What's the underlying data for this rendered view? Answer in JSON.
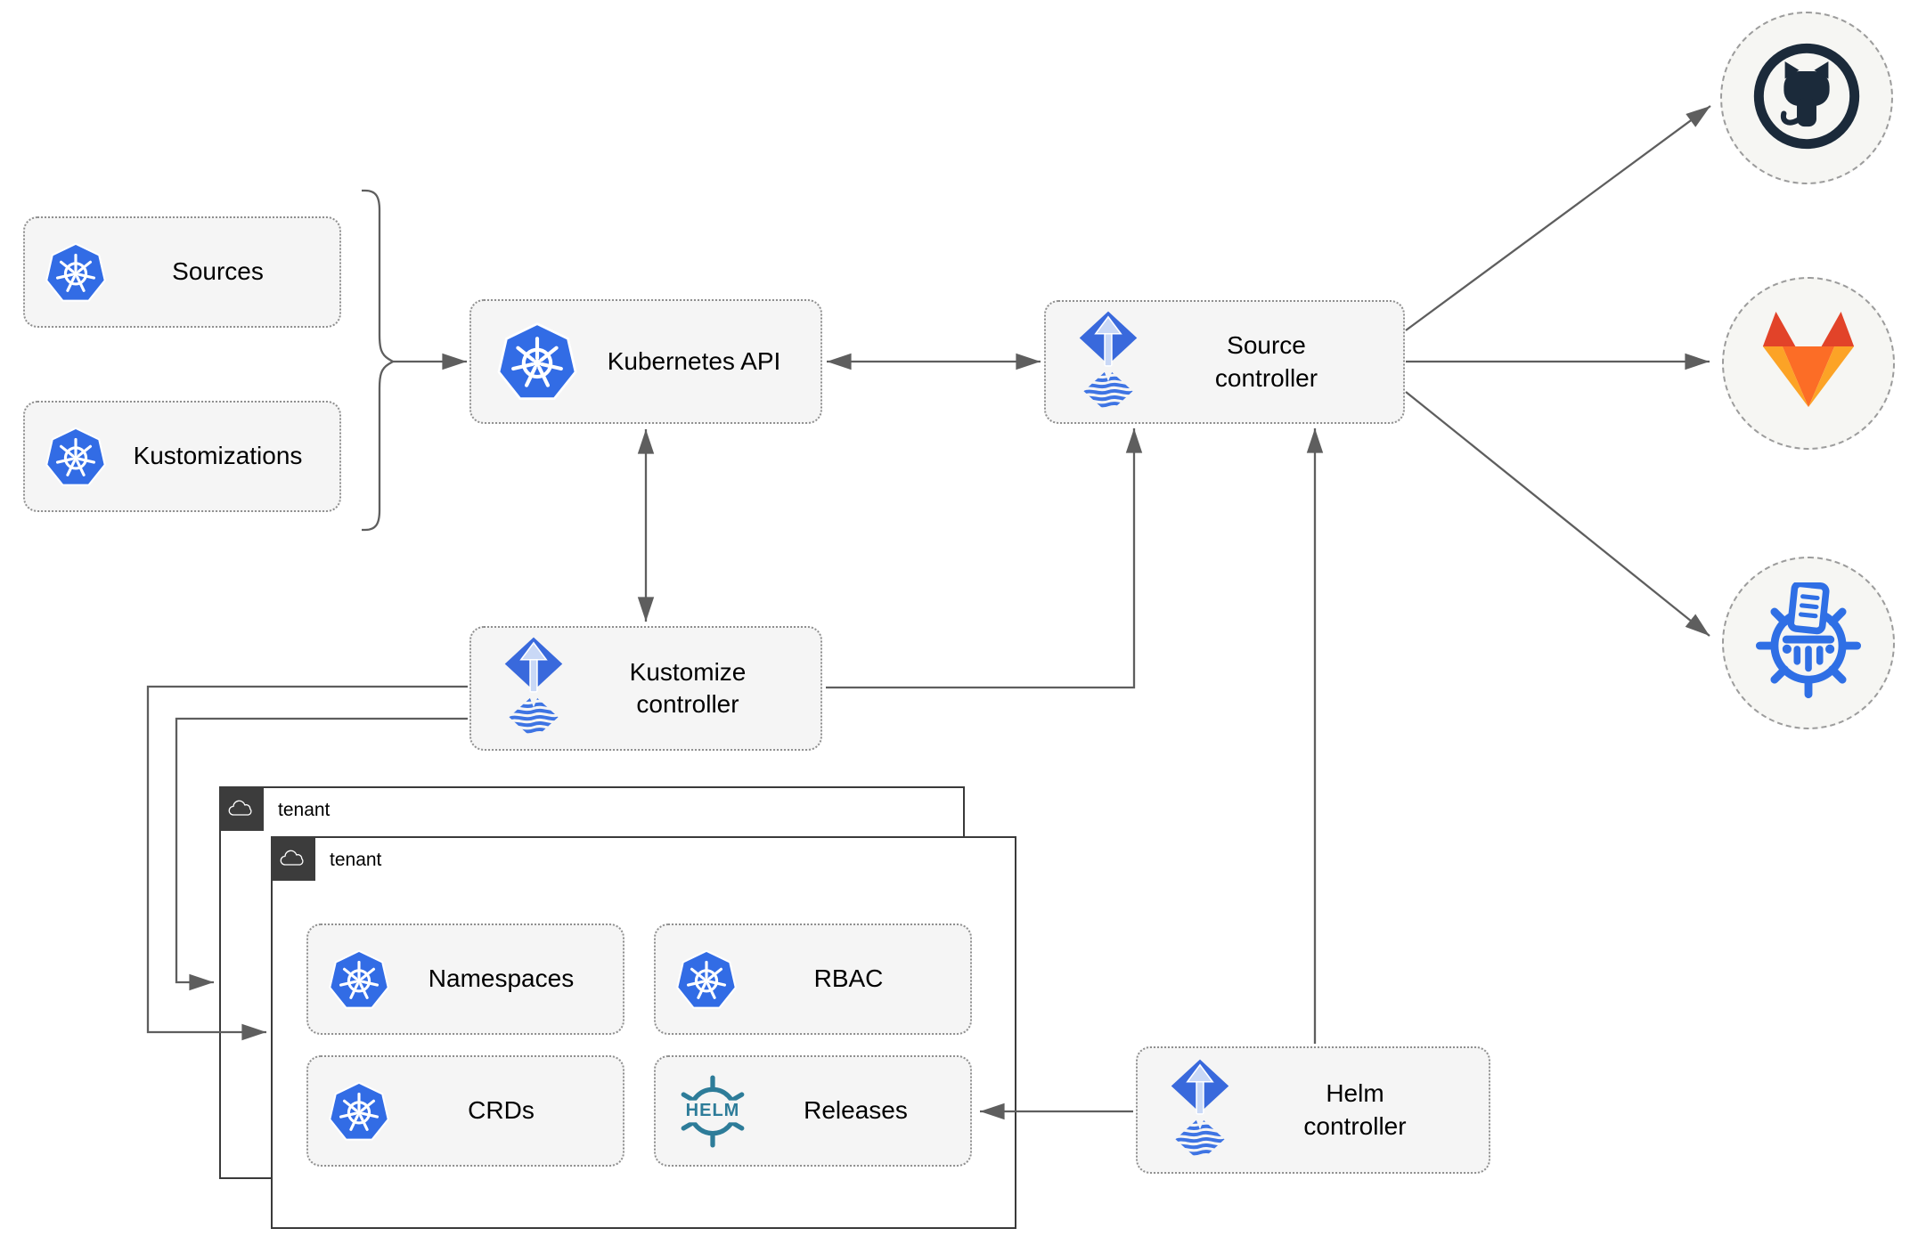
{
  "nodes": {
    "sources": {
      "label": "Sources"
    },
    "kustomizations": {
      "label": "Kustomizations"
    },
    "kubernetes_api": {
      "label": "Kubernetes API"
    },
    "source_controller": {
      "label_line1": "Source",
      "label_line2": "controller"
    },
    "kustomize_controller": {
      "label_line1": "Kustomize",
      "label_line2": "controller"
    },
    "helm_controller": {
      "label_line1": "Helm",
      "label_line2": "controller"
    },
    "namespaces": {
      "label": "Namespaces"
    },
    "rbac": {
      "label": "RBAC"
    },
    "crds": {
      "label": "CRDs"
    },
    "releases": {
      "label": "Releases"
    }
  },
  "tenants": {
    "outer_label": "tenant",
    "inner_label": "tenant"
  },
  "icons": {
    "kubernetes": "kubernetes-icon",
    "flux": "flux-icon",
    "helm_wheel": "helm-wheel-icon",
    "helm_logo_text": "HELM",
    "cloud": "cloud-icon",
    "github": "github-icon",
    "gitlab": "gitlab-icon",
    "chartmuseum": "chartmuseum-icon"
  },
  "edges": [
    {
      "from": "sources+kustomizations brace",
      "to": "kubernetes_api",
      "arrow": "end"
    },
    {
      "from": "kubernetes_api",
      "to": "source_controller",
      "arrow": "both"
    },
    {
      "from": "kubernetes_api",
      "to": "kustomize_controller",
      "arrow": "both"
    },
    {
      "from": "kustomize_controller",
      "to": "source_controller",
      "arrow": "end"
    },
    {
      "from": "helm_controller",
      "to": "source_controller",
      "arrow": "end"
    },
    {
      "from": "helm_controller",
      "to": "releases",
      "arrow": "end"
    },
    {
      "from": "kustomize_controller",
      "to": "tenant_inner",
      "arrow": "end"
    },
    {
      "from": "kustomize_controller",
      "to": "tenant_outer",
      "arrow": "end"
    },
    {
      "from": "source_controller",
      "to": "github",
      "arrow": "end"
    },
    {
      "from": "source_controller",
      "to": "gitlab",
      "arrow": "end"
    },
    {
      "from": "source_controller",
      "to": "chartmuseum",
      "arrow": "end"
    }
  ],
  "colors": {
    "kubernetes_blue": "#326CE5",
    "flux_blue": "#3969DC",
    "flux_arrow_light": "#C9D8F6",
    "helm_teal": "#2D7C99",
    "github_dark": "#1B2A3A",
    "gitlab_red": "#E24329",
    "gitlab_orange": "#FC6D26",
    "gitlab_yellow": "#FCA326",
    "chartmuseum_blue": "#2F6FE5",
    "node_fill": "#F5F5F5",
    "wire_gray": "#5E5E5E",
    "tenant_tab_dark": "#3C3C3C"
  }
}
